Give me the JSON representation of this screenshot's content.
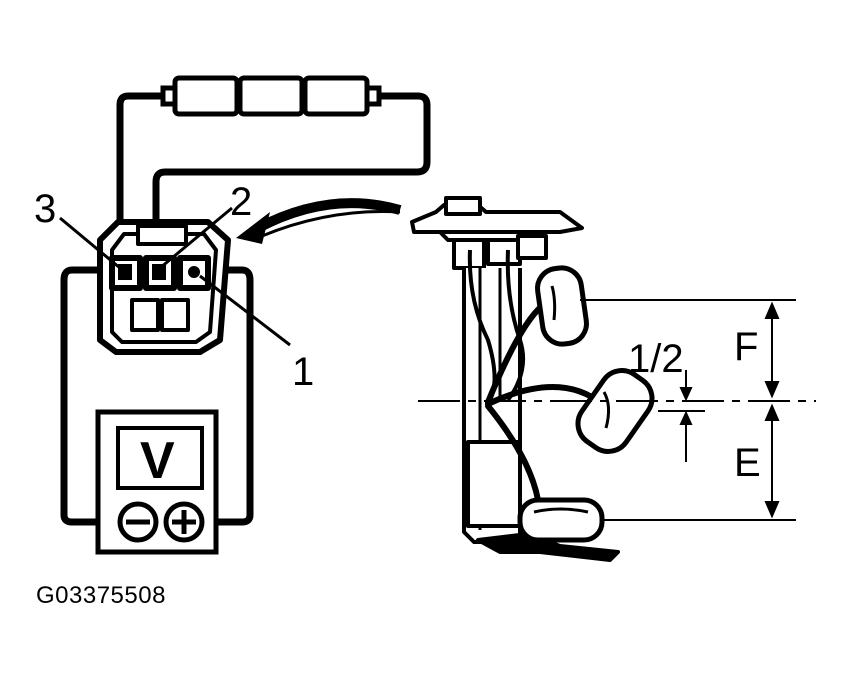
{
  "diagram": {
    "figure_id": "G03375508",
    "connector_terminals": [
      "1",
      "2",
      "3"
    ],
    "meter_label": "V",
    "meter_terminals": [
      "negative-terminal",
      "positive-terminal"
    ],
    "level_marks": {
      "full": "F",
      "half": "1/2",
      "empty": "E"
    },
    "colors": {
      "line": "#000000",
      "background": "#ffffff"
    }
  }
}
